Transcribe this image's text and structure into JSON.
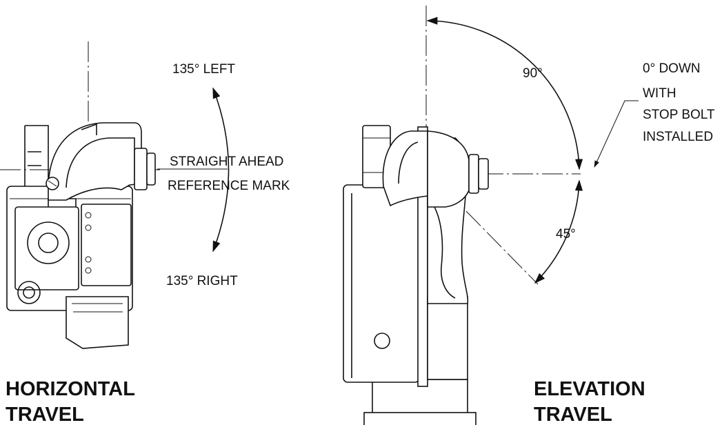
{
  "horizontal": {
    "left_label": "135° LEFT",
    "right_label": "135° RIGHT",
    "reference_line1": "STRAIGHT AHEAD",
    "reference_line2": "REFERENCE MARK",
    "title_line1": "HORIZONTAL",
    "title_line2": "TRAVEL"
  },
  "elevation": {
    "up_label": "90°",
    "down_label": "45°",
    "stop_note": [
      "0° DOWN",
      "WITH",
      "STOP BOLT",
      "INSTALLED"
    ],
    "title_line1": "ELEVATION",
    "title_line2": "TRAVEL"
  }
}
